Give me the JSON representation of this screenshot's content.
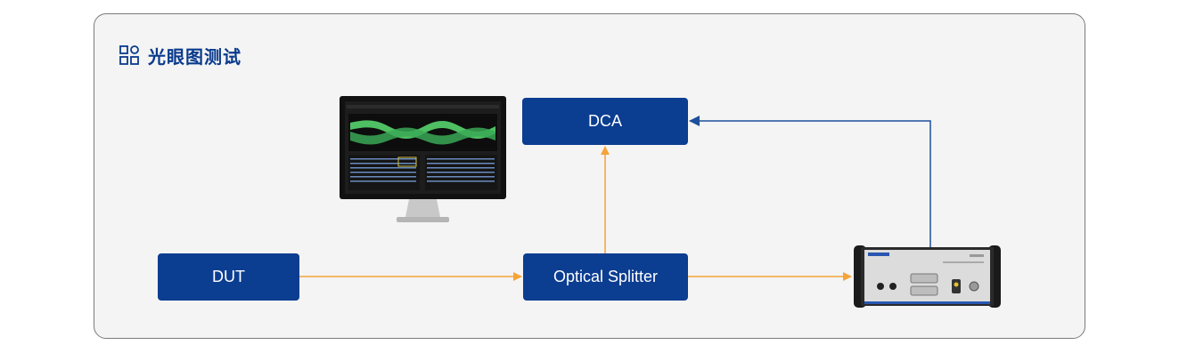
{
  "panel": {
    "title": "光眼图测试",
    "title_icon": "grid-icon"
  },
  "nodes": {
    "dca": "DCA",
    "dut": "DUT",
    "splitter": "Optical Splitter"
  },
  "images": {
    "monitor": "monitor-icon",
    "instrument": "optical-instrument-icon"
  },
  "colors": {
    "node_fill": "#0b3d91",
    "title": "#0a3a8c",
    "arrow_orange": "#f5a33a",
    "arrow_blue": "#1c4f9c",
    "panel_bg": "#f4f4f4",
    "panel_border": "#7a7a7a"
  }
}
